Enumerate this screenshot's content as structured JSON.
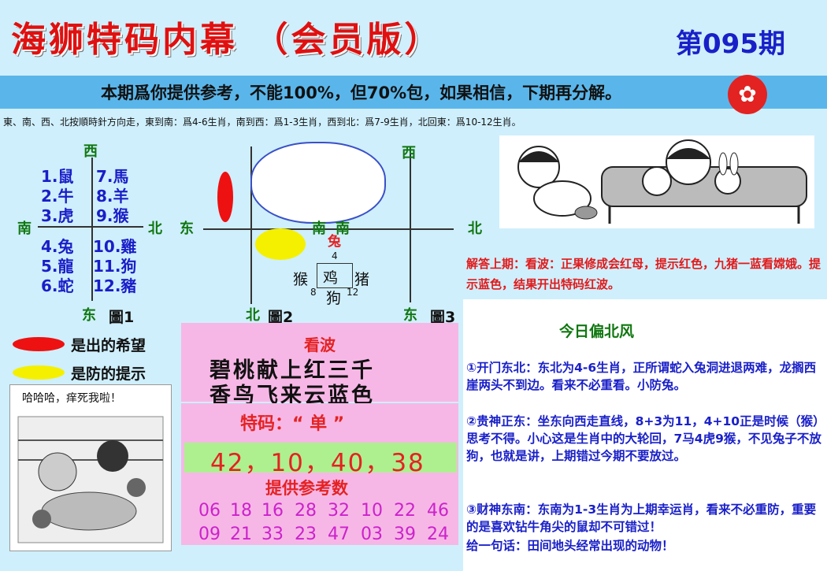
{
  "header": {
    "title": "海狮特码内幕 （会员版）",
    "issue": "第095期"
  },
  "banner": {
    "text": "本期爲你提供参考，不能100%，但70%包，如果相信，下期再分解。",
    "emblem_icon": "hk-bauhinia-emblem",
    "emblem_glyph": "✿"
  },
  "rule_text": "東、南、西、北按順時針方向走，東到南：爲4-6生肖，南到西：爲1-3生肖，西到北：爲7-9生肖，北回東：爲10-12生肖。",
  "figure1": {
    "west": "西",
    "south": "南",
    "north": "北",
    "east": "东",
    "label": "圖1",
    "left_col": [
      "1.鼠",
      "2.牛",
      "3.虎",
      "4.兔",
      "5.龍",
      "6.蛇"
    ],
    "right_col": [
      "7.馬",
      "8.羊",
      "9.猴",
      "10.雞",
      "11.狗",
      "12.豬"
    ]
  },
  "figure2": {
    "top": "西",
    "east": "东",
    "south": "南",
    "north": "北",
    "label": "圖2",
    "center_top": "兔",
    "center_top_num": "4",
    "center": "鸡",
    "left": "猴",
    "right": "猪",
    "bottom": "狗",
    "num_left": "8",
    "num_right": "12"
  },
  "figure3": {
    "west": "西",
    "south": "南",
    "north": "北",
    "east": "东",
    "label": "圖3"
  },
  "legend": {
    "red_text": "是出的希望",
    "yellow_text": "是防的提示",
    "red_color": "#ee1111",
    "yellow_color": "#f5f000"
  },
  "cartoon": {
    "caption": "哈哈哈，痒死我啦！"
  },
  "center_panel": {
    "kanbo": "看波",
    "poem_line1": "碧桃献上红三千",
    "poem_line2": "香鸟飞来云蓝色",
    "special_label": "特码：“ 单 ”",
    "numbers": "42，10，40，38",
    "ref_title": "提供参考数",
    "ref_row1": [
      "06",
      "18",
      "16",
      "28",
      "32",
      "10",
      "22",
      "46"
    ],
    "ref_row2": [
      "09",
      "21",
      "33",
      "23",
      "47",
      "03",
      "39",
      "24"
    ]
  },
  "answer_text": "解答上期：看波：正果修成会红母，提示红色，九猪一蓝看嫦娥。提示蓝色，结果开出特码红波。",
  "wind": "今日偏北风",
  "hints": [
    "①开门东北：东北为4-6生肖，正所谓蛇入兔洞进退两难，龙搁西崖两头不到边。看来不必重看。小防兔。",
    "②贵神正东：坐东向西走直线，8+3为11，4+10正是时候（猴）思考不得。小心这是生肖中的大轮回，7马4虎9猴，不见兔子不放狗，也就是讲，上期错过今期不要放过。",
    "③财神东南：东南为1-3生肖为上期幸运肖，看来不必重防，重要的是喜欢钻牛角尖的鼠却不可错过！",
    "给一句话：田间地头经常出现的动物！"
  ],
  "colors": {
    "background": "#cfeffc",
    "title_red": "#e01010",
    "issue_blue": "#1a20c8",
    "banner_blue": "#5ab6ea",
    "pink_panel": "#f7b7e6",
    "green_bar": "#aef08f"
  }
}
